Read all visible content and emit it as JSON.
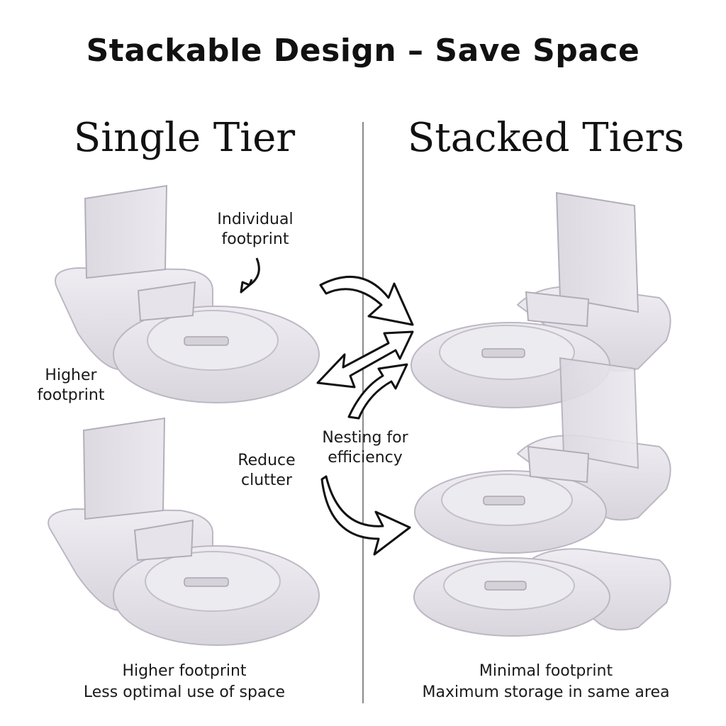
{
  "title": "Stackable Design – Save Space",
  "left_column": {
    "heading": "Single Tier",
    "labels": {
      "individual_footprint": "Individual\nfootprint",
      "higher_footprint": "Higher\nfootprint",
      "reduce_clutter": "Reduce\nclutter"
    },
    "caption": {
      "line1": "Higher footprint",
      "line2": "Less optimal use of space"
    }
  },
  "right_column": {
    "heading": "Stacked Tiers",
    "caption": {
      "line1": "Minimal footprint",
      "line2": "Maximum storage in same area"
    }
  },
  "center_label": "Nesting for\nefficiency",
  "colors": {
    "stand_fill": "#e4e2e8",
    "stand_edge": "#b9b5c0",
    "arrow": "#111111"
  },
  "icons": [
    "single-stand-image",
    "stacked-stands-image",
    "curved-arrow-icon",
    "double-arrow-icon"
  ]
}
